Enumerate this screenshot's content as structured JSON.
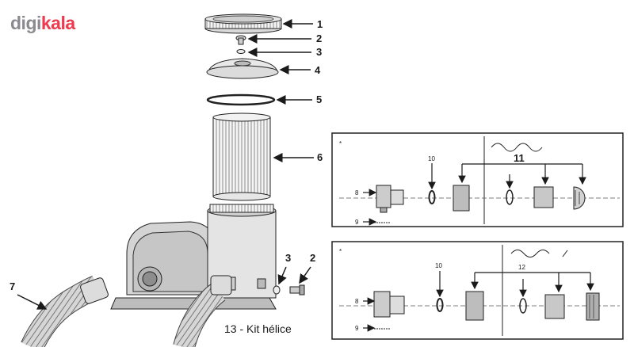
{
  "brand": {
    "part1": "digi",
    "part2": "kala",
    "accent_color": "#ef394e",
    "gray_color": "#8a8a8f"
  },
  "main_callouts": [
    "1",
    "2",
    "3",
    "4",
    "5",
    "6"
  ],
  "pump_callouts": {
    "hose": "7",
    "washer": "3",
    "screw": "2"
  },
  "caption": "13 - Kit hélice",
  "inset_top": {
    "marker": "*",
    "labels": [
      "8",
      "9",
      "10",
      "11"
    ]
  },
  "inset_bottom": {
    "marker": "*",
    "labels": [
      "8",
      "9",
      "10",
      "12"
    ]
  }
}
